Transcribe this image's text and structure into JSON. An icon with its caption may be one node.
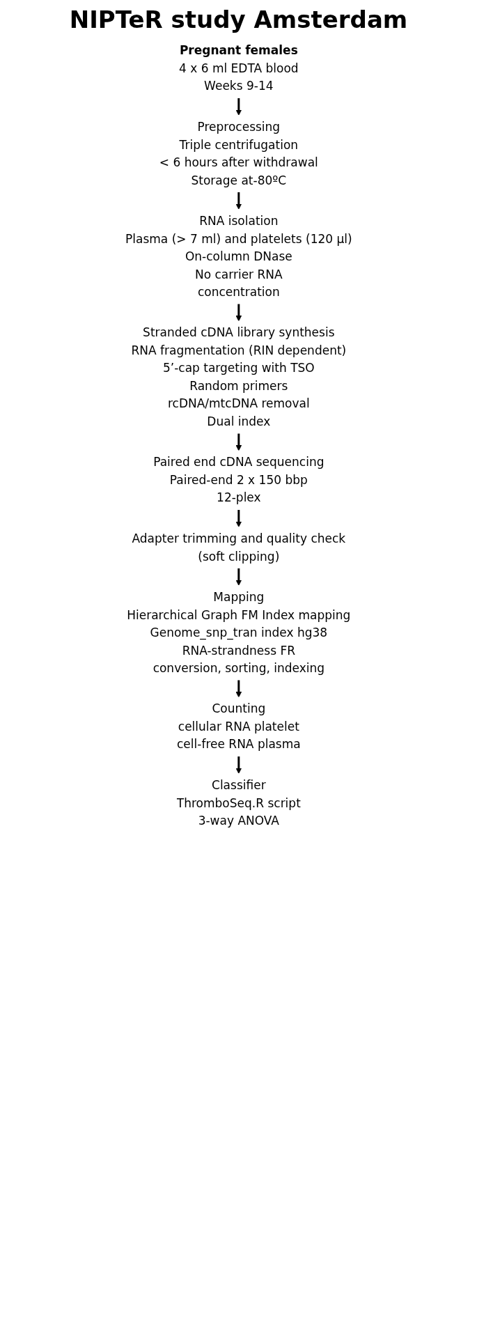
{
  "diagram": {
    "title": "NIPTeR study Amsterdam",
    "nodes": [
      {
        "text": [
          "Pregnant females",
          "4 x 6 ml EDTA blood",
          "Weeks 9-14"
        ]
      },
      {
        "text": [
          "Preprocessing",
          "Triple centrifugation",
          "< 6 hours after withdrawal",
          "Storage at-80ºC"
        ]
      },
      {
        "text": [
          "RNA isolation",
          "Plasma (> 7 ml) and platelets (120 µl)",
          "On-column DNase",
          "No carrier RNA",
          "concentration"
        ]
      },
      {
        "text": [
          "Stranded cDNA library synthesis",
          "RNA fragmentation (RIN dependent)",
          "5’-cap targeting with TSO",
          "Random primers",
          "rcDNA/mtcDNA removal",
          "Dual index"
        ]
      },
      {
        "text": [
          "Paired end cDNA sequencing",
          "Paired-end 2 x 150 bbp",
          "12-plex"
        ]
      },
      {
        "text": [
          "Adapter trimming and quality check",
          "(soft clipping)"
        ]
      },
      {
        "text": [
          "Mapping",
          "Hierarchical Graph FM Index mapping",
          "Genome_snp_tran index hg38",
          "RNA-strandness FR",
          "conversion, sorting, indexing"
        ]
      },
      {
        "text": [
          "Counting",
          "cellular RNA platelet",
          "cell-free RNA plasma"
        ]
      },
      {
        "text": [
          "Classifier",
          "ThromboSeq.R script",
          "3-way ANOVA"
        ]
      }
    ],
    "edges": [
      {
        "from": 0,
        "to": 1,
        "arrow": "to"
      },
      {
        "from": 1,
        "to": 2,
        "arrow": "to"
      },
      {
        "from": 2,
        "to": 3,
        "arrow": "to"
      },
      {
        "from": 3,
        "to": 4,
        "arrow": "to"
      },
      {
        "from": 4,
        "to": 5,
        "arrow": "to"
      },
      {
        "from": 5,
        "to": 6,
        "arrow": "to"
      },
      {
        "from": 6,
        "to": 7,
        "arrow": "to"
      },
      {
        "from": 7,
        "to": 8,
        "arrow": "to"
      }
    ]
  }
}
